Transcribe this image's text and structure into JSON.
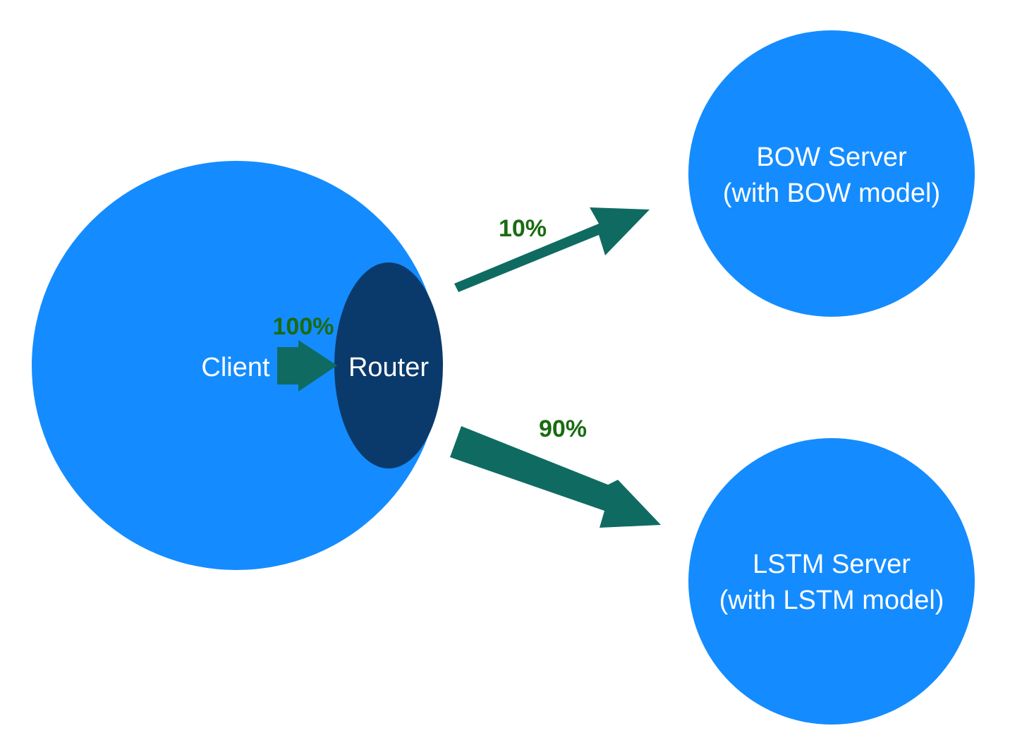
{
  "colors": {
    "node_fill": "#148cff",
    "router_fill": "#0a3a6b",
    "arrow_fill": "#0f6b62",
    "percent_text": "#1a6b12",
    "label_text": "#ffffff"
  },
  "nodes": {
    "client": {
      "label": "Client"
    },
    "router": {
      "label": "Router"
    },
    "bow_server": {
      "line1": "BOW Server",
      "line2": "(with BOW model)"
    },
    "lstm_server": {
      "line1": "LSTM Server",
      "line2": "(with LSTM model)"
    }
  },
  "edges": {
    "client_to_router": {
      "label": "100%",
      "share": 100
    },
    "router_to_bow": {
      "label": "10%",
      "share": 10
    },
    "router_to_lstm": {
      "label": "90%",
      "share": 90
    }
  }
}
